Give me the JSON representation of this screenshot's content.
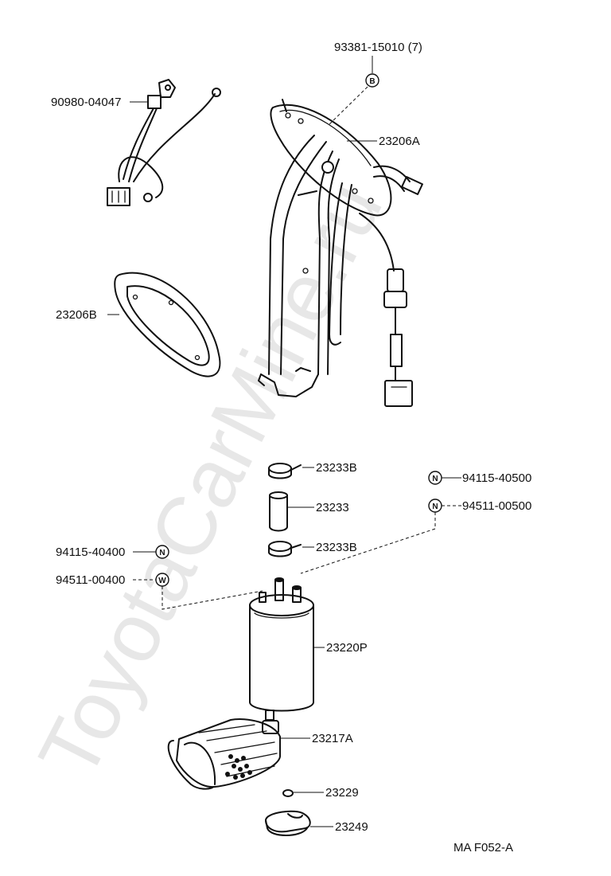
{
  "watermark": "ToyotaCarMine.ru",
  "diagram_code": "MA F052-A",
  "parts": [
    {
      "id": "pump-mounting-bolt",
      "number": "93381-15010 (7)",
      "symbol": "B"
    },
    {
      "id": "wire-harness",
      "number": "90980-04047"
    },
    {
      "id": "sender-bracket",
      "number": "23206A"
    },
    {
      "id": "gasket",
      "number": "23206B"
    },
    {
      "id": "hose-clamp-upper",
      "number": "23233B"
    },
    {
      "id": "hose",
      "number": "23233"
    },
    {
      "id": "hose-clamp-lower",
      "number": "23233B"
    },
    {
      "id": "nut-right",
      "number": "94115-40500",
      "symbol": "N"
    },
    {
      "id": "washer-right",
      "number": "94511-00500",
      "symbol": "N"
    },
    {
      "id": "nut-left",
      "number": "94115-40400",
      "symbol": "N"
    },
    {
      "id": "washer-left",
      "number": "94511-00400",
      "symbol": "W"
    },
    {
      "id": "fuel-pump",
      "number": "23220P"
    },
    {
      "id": "filter",
      "number": "23217A"
    },
    {
      "id": "cushion",
      "number": "23229"
    },
    {
      "id": "clip",
      "number": "23249"
    }
  ]
}
